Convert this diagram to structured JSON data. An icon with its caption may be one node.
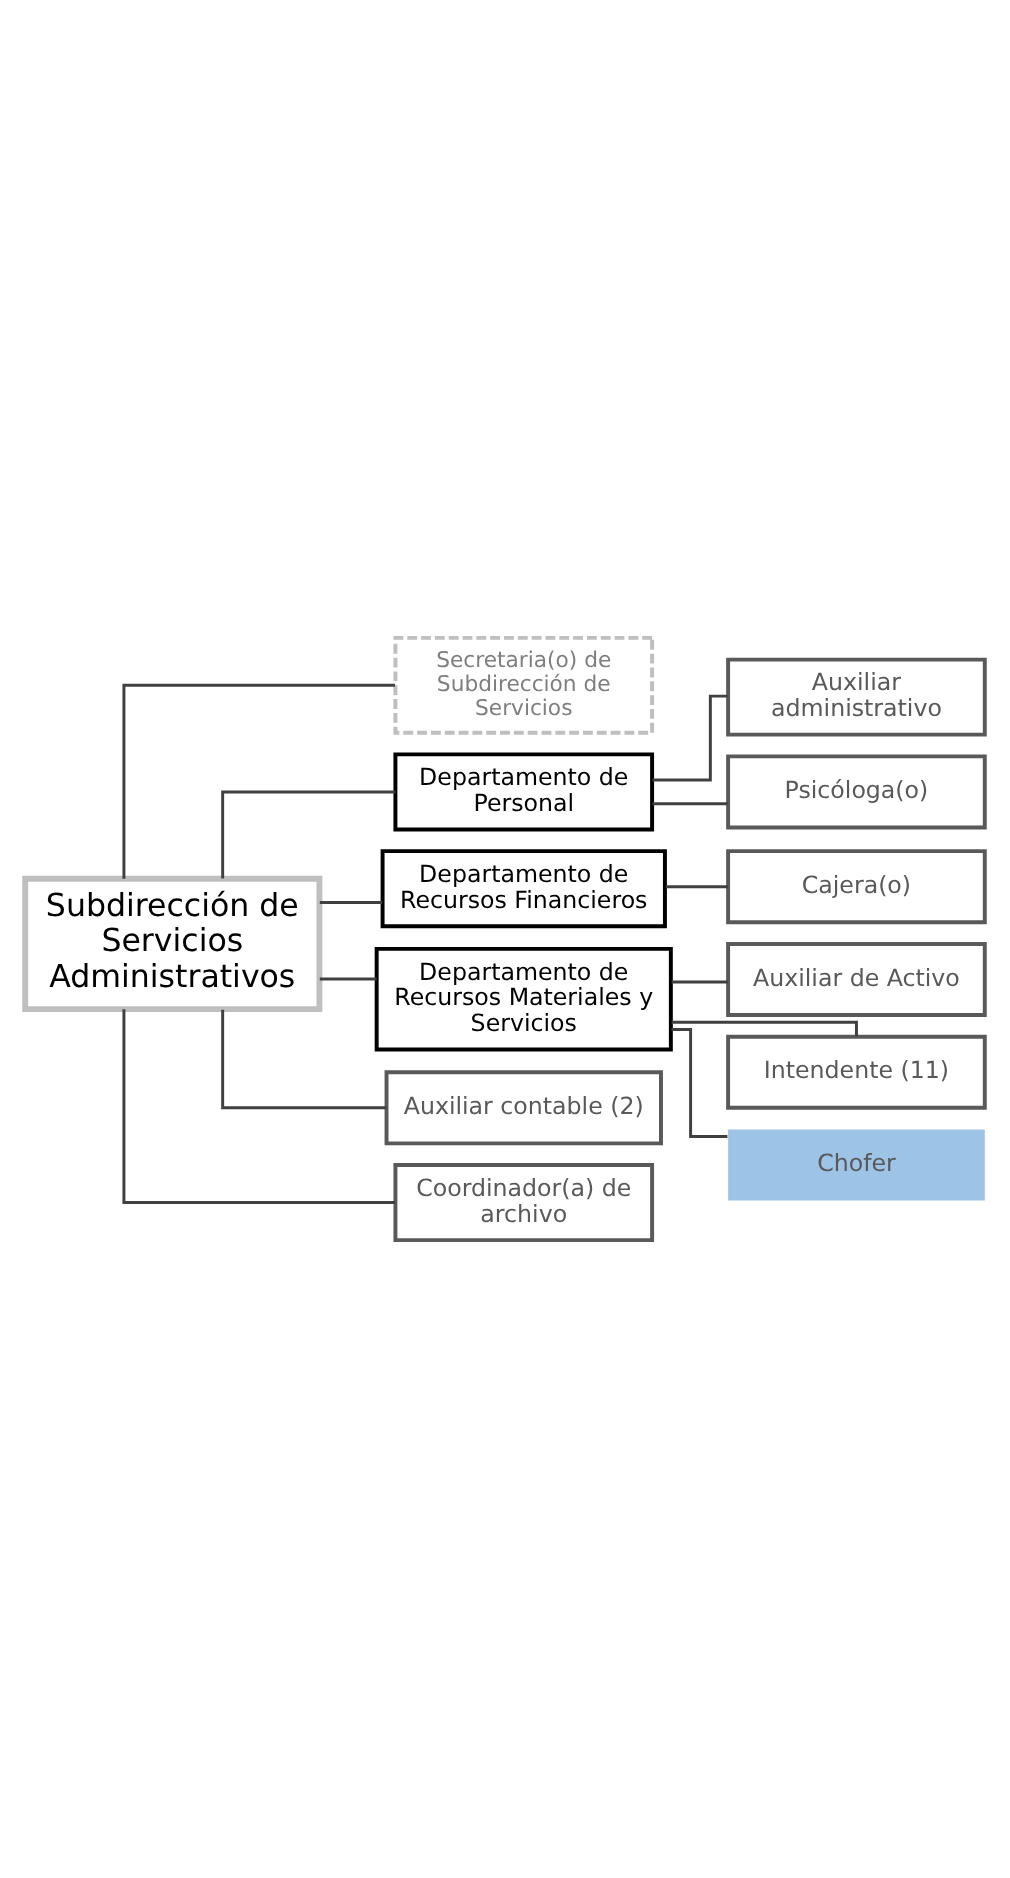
{
  "diagram": {
    "nodes": [
      {
        "text": [
          "Subdirección de Servicios Administrativos"
        ]
      },
      {
        "text": [
          "Secretaria(o) de Subdirección de Servicios"
        ]
      },
      {
        "text": [
          "Departamento de Personal"
        ]
      },
      {
        "text": [
          "Auxiliar administrativo"
        ]
      },
      {
        "text": [
          "Psicóloga(o)"
        ]
      },
      {
        "text": [
          "Departamento de Recursos Financieros"
        ]
      },
      {
        "text": [
          "Cajera(o)"
        ]
      },
      {
        "text": [
          "Departamento de Recursos Materiales y Servicios"
        ]
      },
      {
        "text": [
          "Auxiliar de Activo"
        ]
      },
      {
        "text": [
          "Intendente (11)"
        ]
      },
      {
        "text": [
          "Chofer"
        ]
      },
      {
        "text": [
          "Auxiliar contable (2)"
        ]
      },
      {
        "text": [
          "Coordinador(a) de archivo"
        ]
      }
    ],
    "edges": [
      {
        "from": 0,
        "to": 1,
        "arrow": "none"
      },
      {
        "from": 0,
        "to": 2,
        "arrow": "none"
      },
      {
        "from": 2,
        "to": 3,
        "arrow": "none"
      },
      {
        "from": 2,
        "to": 4,
        "arrow": "none"
      },
      {
        "from": 0,
        "to": 5,
        "arrow": "none"
      },
      {
        "from": 5,
        "to": 6,
        "arrow": "none"
      },
      {
        "from": 0,
        "to": 7,
        "arrow": "none"
      },
      {
        "from": 7,
        "to": 8,
        "arrow": "none"
      },
      {
        "from": 7,
        "to": 9,
        "arrow": "none"
      },
      {
        "from": 7,
        "to": 10,
        "arrow": "none"
      },
      {
        "from": 0,
        "to": 11,
        "arrow": "none"
      },
      {
        "from": 0,
        "to": 12,
        "arrow": "none"
      }
    ]
  }
}
